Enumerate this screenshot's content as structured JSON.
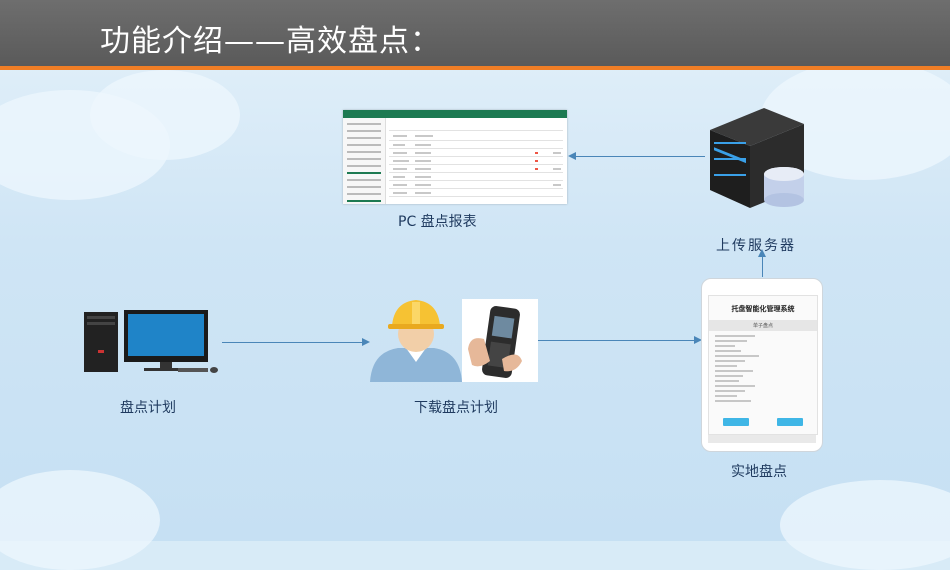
{
  "header": {
    "title": "功能介绍——高效盘点："
  },
  "labels": {
    "pc_report": "PC 盘点报表",
    "upload_server": "上传服务器",
    "plan": "盘点计划",
    "download_plan": "下载盘点计划",
    "physical_count": "实地盘点"
  },
  "phone": {
    "app_title": "托盘智能化管理系统",
    "section": "单子盘点"
  },
  "colors": {
    "header_bg": "#5f5f5f",
    "accent": "#f07e26",
    "arrow": "#4a86b8",
    "label_text": "#1f3a5f"
  }
}
